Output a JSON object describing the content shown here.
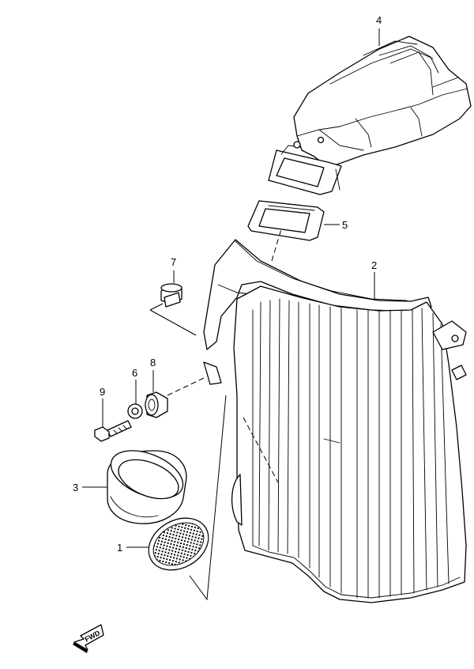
{
  "callouts": {
    "p1": "1",
    "p2": "2",
    "p3": "3",
    "p4": "4",
    "p5": "5",
    "p6": "6",
    "p7": "7",
    "p8": "8",
    "p9": "9"
  },
  "fwd_label": "FWD"
}
